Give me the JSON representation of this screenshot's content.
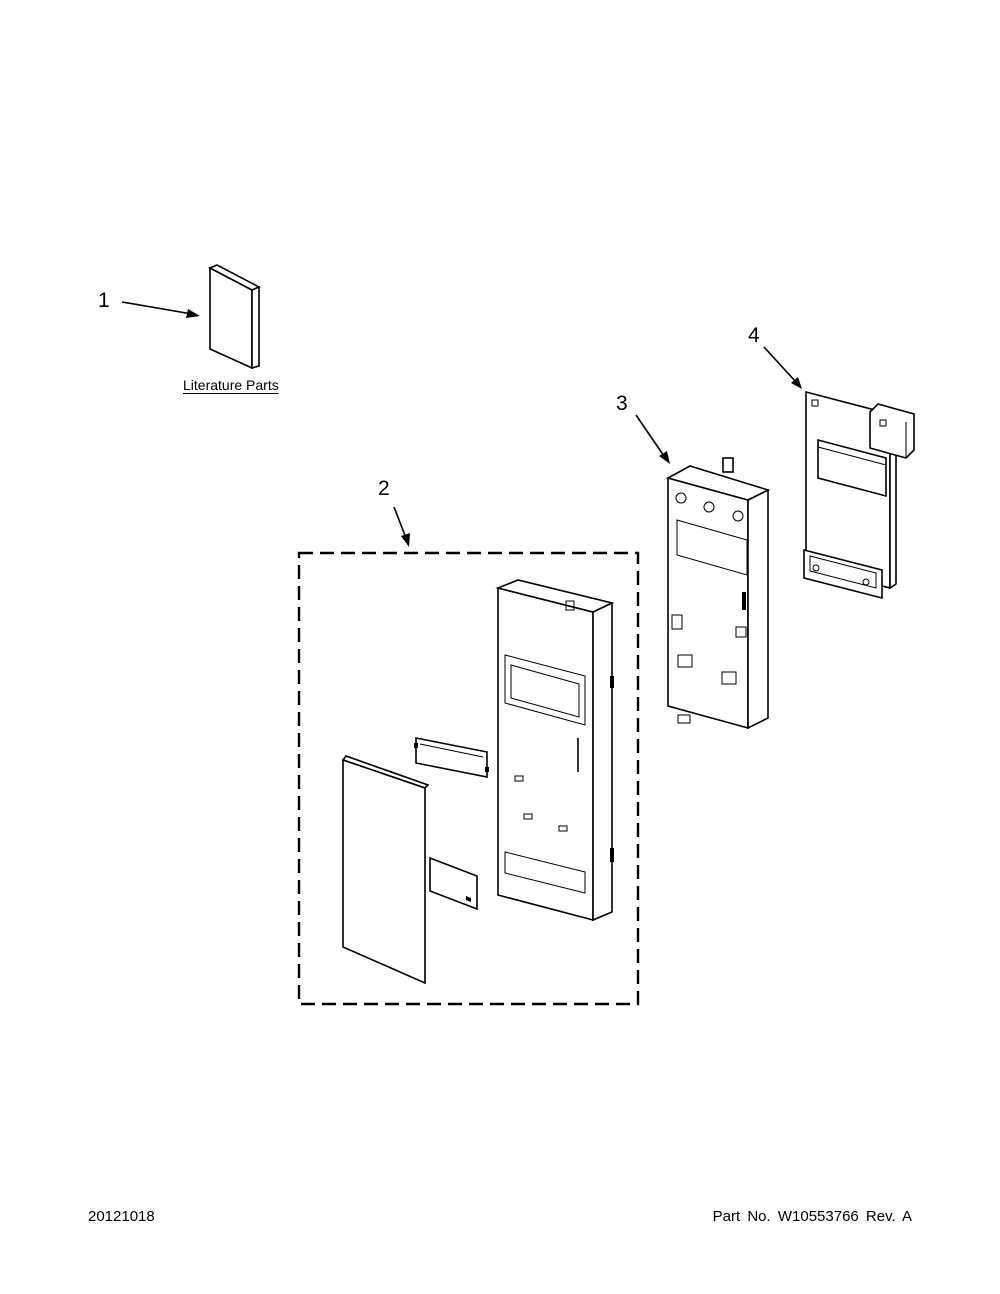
{
  "callouts": {
    "item1": "1",
    "item2": "2",
    "item3": "3",
    "item4": "4"
  },
  "literature_label": "Literature Parts",
  "footer": {
    "date_code": "20121018",
    "part_number": "Part No. W10553766  Rev. A"
  }
}
